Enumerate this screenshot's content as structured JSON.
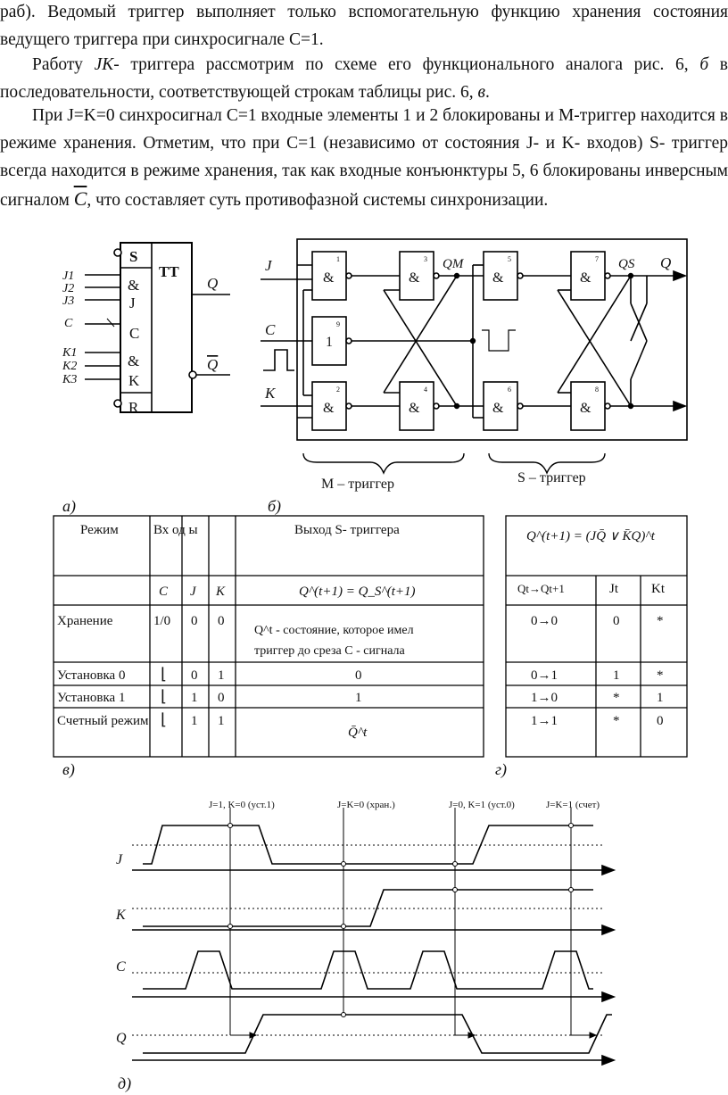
{
  "text": {
    "p1": "раб). Ведомый триггер выполняет только вспомогательную функцию хранения состояния ведущего триггера при синхросигнале C=1.",
    "p2_a": "Работу ",
    "p2_jk": "JK",
    "p2_b": "- триггера рассмотрим по схеме его функционального аналога рис. 6, ",
    "p2_bi": "б",
    "p2_c": " в последовательности, соответствующей строкам таблицы рис. 6, ",
    "p2_ci": "в",
    "p2_d": ".",
    "p3_a": "При J=K=0 синхросигнал C=1 входные элементы 1 и 2 блокированы и M-триггер находится в режиме хранения. Отметим, что при C=1 (независимо от состояния J- и K- входов) S- триггер всегда находится в режиме хранения, так как входные конъюнктуры 5, 6 блокированы инверсным сигналом ",
    "p3_c": "C",
    "p3_b": ", что составляет суть противофазной системы синхронизации."
  },
  "fig_a": {
    "labels": [
      "S",
      "TT",
      "&",
      "J",
      "C",
      "&",
      "K",
      "R"
    ],
    "out_q": "Q",
    "out_nq": "Q",
    "inputs": [
      "J1",
      "J2",
      "J3",
      "C",
      "K1",
      "K2",
      "K3"
    ],
    "caption": "а)"
  },
  "fig_b": {
    "in_j": "J",
    "in_c": "C",
    "in_k": "K",
    "gates": [
      "&",
      "&",
      "&",
      "&",
      "1",
      "&",
      "&",
      "&",
      "&"
    ],
    "gate_nums": [
      "1",
      "3",
      "5",
      "7",
      "9",
      "2",
      "4",
      "6",
      "8"
    ],
    "qm": "QM",
    "qs": "QS",
    "q": "Q",
    "brace_m": "M – триггер",
    "brace_s": "S – триггер",
    "caption": "б)"
  },
  "table_v": {
    "h_mode": "Режим",
    "h_inputs": "Вх од ы",
    "h_out": "Выход S- триггера",
    "sub_c": "C",
    "sub_j": "J",
    "sub_k": "K",
    "sub_formula": "Q^(t+1) = Q_S^(t+1)",
    "rows": [
      {
        "mode": "Хранение",
        "c": "1/0",
        "j": "0",
        "k": "0",
        "out1": "Q^t - состояние, которое имел",
        "out2": "триггер до среза C - сигнала"
      },
      {
        "mode": "Установка 0",
        "c": "⌊",
        "j": "0",
        "k": "1",
        "out1": "0",
        "out2": ""
      },
      {
        "mode": "Установка 1",
        "c": "⌊",
        "j": "1",
        "k": "0",
        "out1": "1",
        "out2": ""
      },
      {
        "mode": "Счетный режим",
        "c": "⌊",
        "j": "1",
        "k": "1",
        "out1": "Q̄^t",
        "out2": ""
      }
    ],
    "caption": "в)"
  },
  "table_g": {
    "formula": "Q^(t+1) = (JQ̄ ∨ K̄Q)^t",
    "h_trans": "Qt→Qt+1",
    "h_j": "Jt",
    "h_k": "Kt",
    "rows": [
      {
        "t": "0→0",
        "j": "0",
        "k": "*"
      },
      {
        "t": "0→1",
        "j": "1",
        "k": "*"
      },
      {
        "t": "1→0",
        "j": "*",
        "k": "1"
      },
      {
        "t": "1→1",
        "j": "*",
        "k": "0"
      }
    ],
    "caption": "г)"
  },
  "fig_d": {
    "ann": [
      "J=1, K=0 (уст.1)",
      "J=K=0 (хран.)",
      "J=0, K=1 (уст.0)",
      "J=K=1 (счет)"
    ],
    "signals": [
      "J",
      "K",
      "C",
      "Q"
    ],
    "caption": "д)"
  }
}
